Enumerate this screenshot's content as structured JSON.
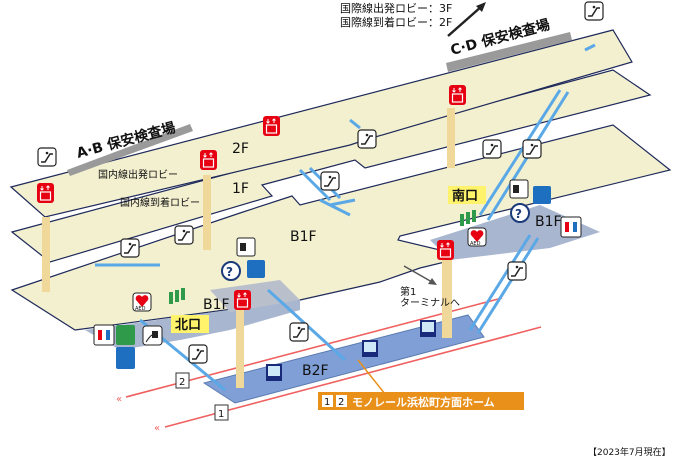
{
  "colors": {
    "slab": "#f3f0d0",
    "slab_edge": "#1f2a5a",
    "b1f_area": "#a9b6cf",
    "b2f_platform": "#7f9fd6",
    "escalator": "#5aa8e6",
    "pillar": "#f0d79a",
    "elevator": "#e60012",
    "rail": "#f06060",
    "exit_label": "#fff36b",
    "platform_label": "#e8901a",
    "security_bar": "#9a9a9a"
  },
  "floors": {
    "f2": "2F",
    "f1": "1F",
    "b1_center": "B1F",
    "b1_north": "B1F",
    "b1_south": "B1F",
    "b2": "B2F"
  },
  "areas": {
    "security_ab": "A·B 保安検査場",
    "security_cd": "C·D 保安検査場",
    "domestic_departure": "国内線出発ロビー",
    "domestic_arrival": "国内線到着ロビー",
    "intl_departure": "国際線出発ロビー：3F",
    "intl_arrival": "国際線到着ロビー：2F"
  },
  "exits": {
    "south": "南口",
    "north": "北口"
  },
  "terminal1": {
    "line1": "第1",
    "line2": "ターミナルへ"
  },
  "platform": {
    "track1": "1",
    "track2": "2",
    "label_track1": "1",
    "label_track2": "2",
    "label": "モノレール浜松町方面ホーム"
  },
  "aed_label": "AED",
  "as_of": "【2023年7月現在】",
  "icons": [
    "escalator-icon",
    "elevator-icon",
    "aed-icon",
    "restroom-icon",
    "multipurpose-restroom-icon",
    "information-icon",
    "ticket-machine-icon",
    "ticket-office-icon",
    "gate-icon",
    "display-icon",
    "nursing-room-icon",
    "power-icon"
  ]
}
